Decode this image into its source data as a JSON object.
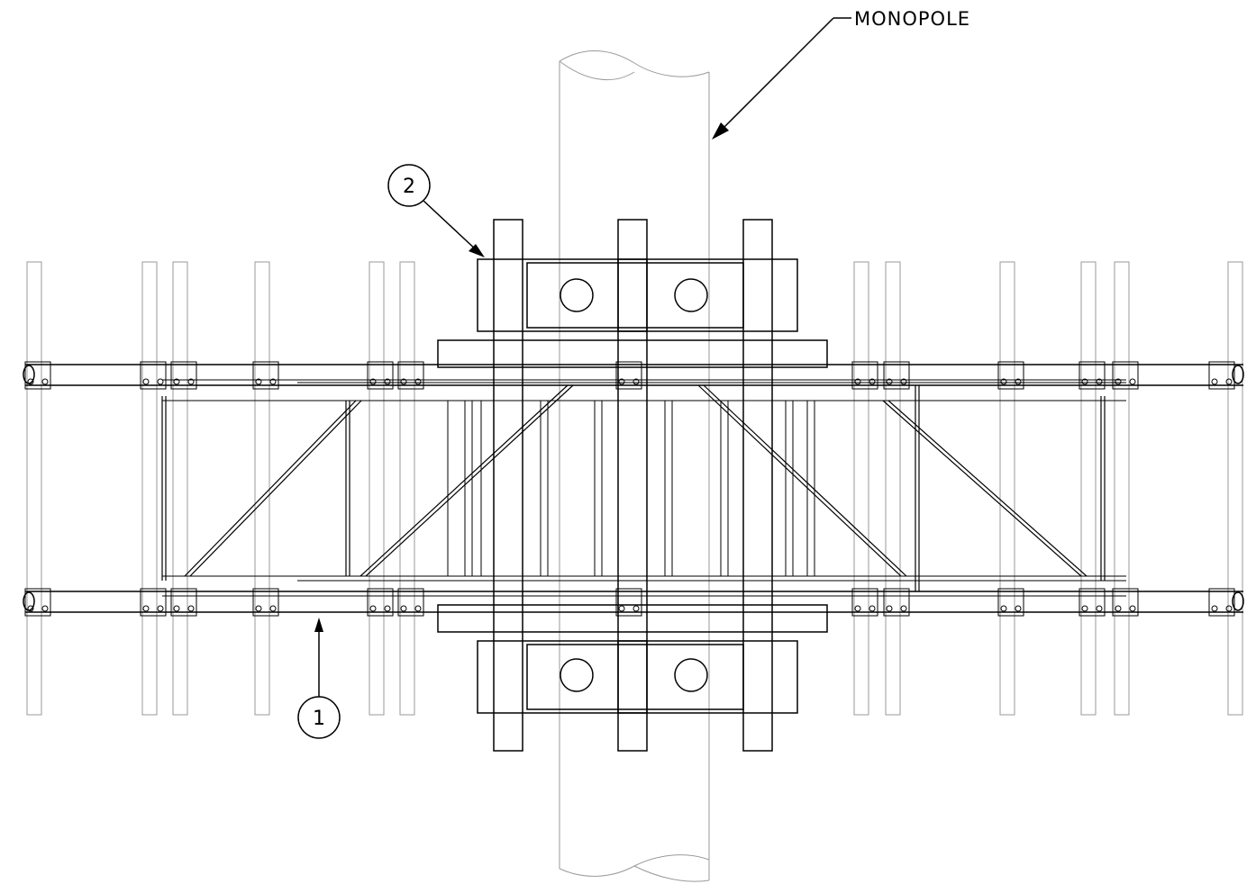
{
  "labels": {
    "monopole": "MONOPOLE",
    "balloon_1": "1",
    "balloon_2": "2"
  },
  "colors": {
    "line": "#000000",
    "hidden_pipe": "#9a9a9a",
    "background": "#ffffff"
  }
}
